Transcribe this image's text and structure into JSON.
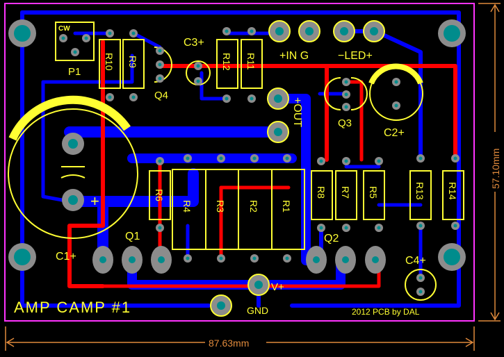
{
  "board": {
    "title": "AMP CAMP #1",
    "credit": "2012 PCB by DAL",
    "width_label": "87.63mm",
    "height_label": "57.10mm"
  },
  "colors": {
    "background": "#000000",
    "board_outline": "#ff33ff",
    "top_copper": "#ff0000",
    "bottom_copper": "#0000ff",
    "silkscreen": "#ffff33",
    "pad": "#8c8c8c",
    "drill": "#008c8c",
    "dimension": "#e08a3c"
  },
  "labels": {
    "cw": "CW",
    "p1": "P1",
    "r10": "R10",
    "r9": "R9",
    "q4": "Q4",
    "c3": "C3+",
    "r12": "R12",
    "r11": "R11",
    "in_g": "+IN G",
    "led": "−LED+",
    "out": "+OUT",
    "q3": "Q3",
    "c2": "C2+",
    "r6": "R6",
    "r4": "R4",
    "r3": "R3",
    "r2": "R2",
    "r1": "R1",
    "r8": "R8",
    "r7": "R7",
    "r5": "R5",
    "r13": "R13",
    "r14": "R14",
    "c1": "C1+",
    "q1": "Q1",
    "q2": "Q2",
    "c4": "C4+",
    "vplus": "V+",
    "gnd": "GND",
    "plus_sign": "+"
  }
}
